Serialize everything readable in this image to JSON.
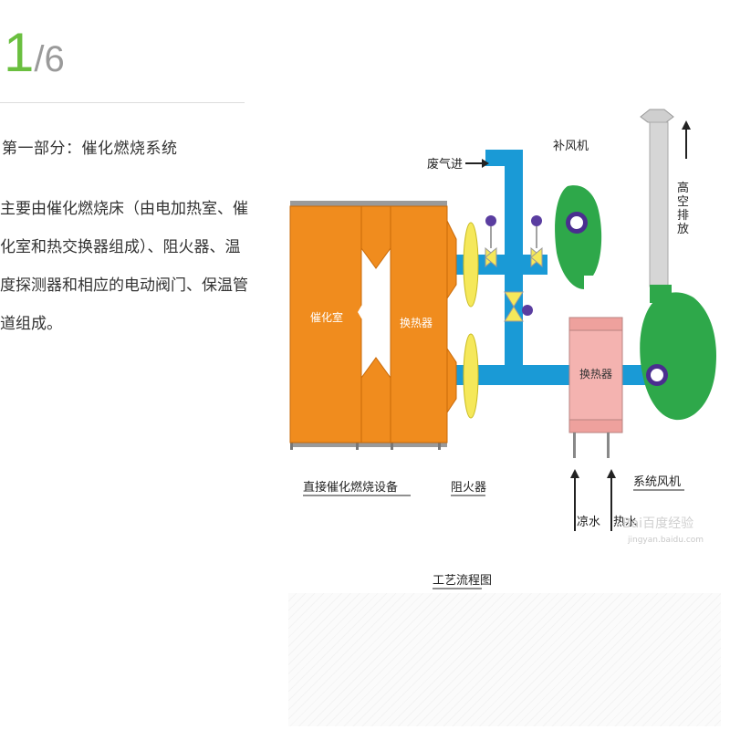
{
  "pager": {
    "current": "1",
    "total": "/6"
  },
  "section": {
    "title": "第一部分：催化燃烧系统",
    "body": "主要由催化燃烧床（由电加热室、催化室和热交换器组成）、阻火器、温度探测器和相应的电动阀门、保温管道组成。"
  },
  "diagram": {
    "labels": {
      "catalytic_chamber": "催化室",
      "heat_exchanger_main": "换热器",
      "heat_exchanger_secondary": "换热器",
      "waste_gas_in": "废气进",
      "supplement_fan": "补风机",
      "high_exhaust": "高空排放",
      "direct_combustion_equipment": "直接催化燃烧设备",
      "flame_arrester": "阻火器",
      "system_fan": "系统风机",
      "cold_water": "凉水",
      "hot_water": "热水",
      "process_flow": "工艺流程图",
      "watermark_brand": "Bai百度经验",
      "watermark_url": "jingyan.baidu.com"
    },
    "colors": {
      "chamber_orange": "#f08c1e",
      "pipe_blue": "#1a9ad6",
      "fan_green": "#2ea84a",
      "exchanger_pink": "#f4b3b0",
      "arrester_yellow": "#f5e85a",
      "stack_gray": "#d6d6d6"
    }
  }
}
